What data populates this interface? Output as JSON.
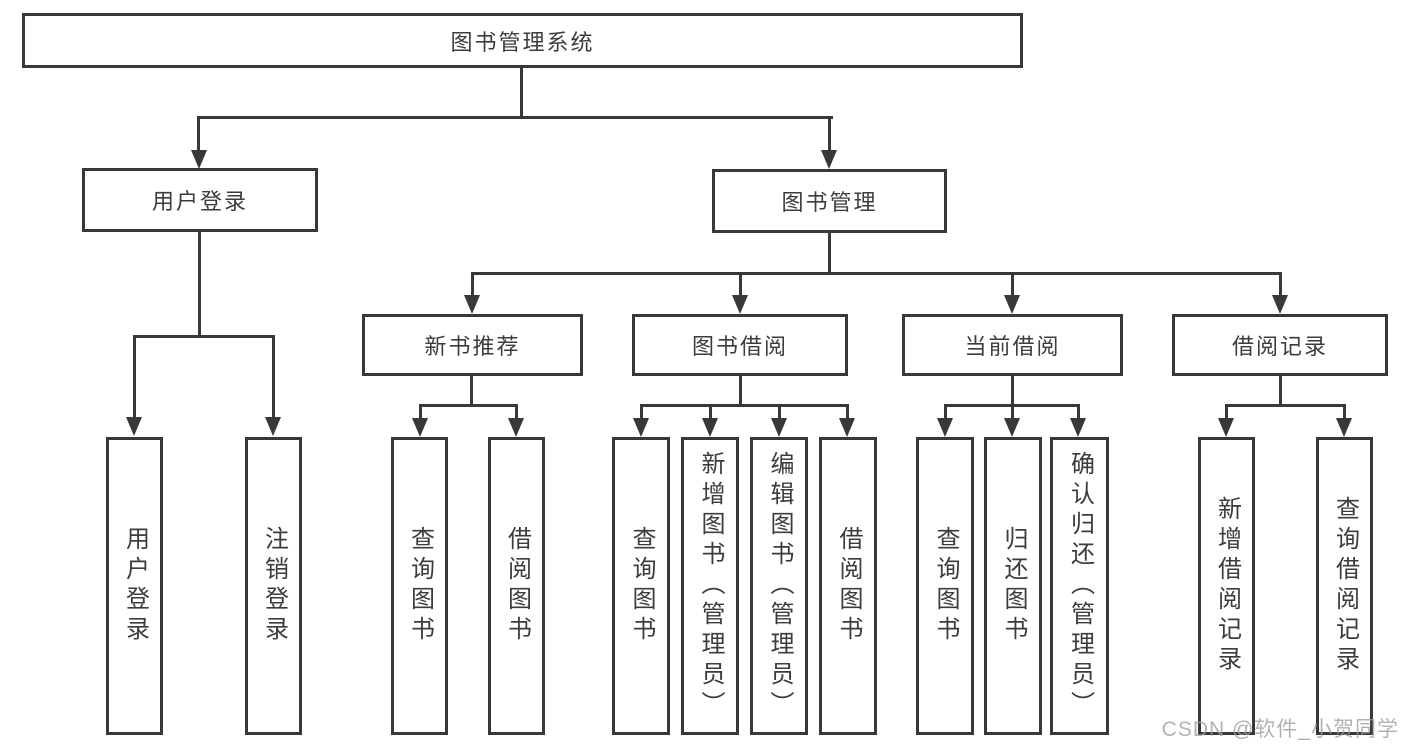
{
  "diagram_type": "function-structure-tree",
  "colors": {
    "line": "#383838",
    "box_border": "#383838",
    "text": "#3c3c3c",
    "background": "#ffffff",
    "watermark": "#9f9f9f"
  },
  "tree": {
    "label": "图书管理系统",
    "children": [
      {
        "label": "用户登录",
        "children": [
          {
            "label": "用户登录"
          },
          {
            "label": "注销登录"
          }
        ]
      },
      {
        "label": "图书管理",
        "children": [
          {
            "label": "新书推荐",
            "children": [
              {
                "label": "查询图书"
              },
              {
                "label": "借阅图书"
              }
            ]
          },
          {
            "label": "图书借阅",
            "children": [
              {
                "label": "查询图书"
              },
              {
                "label": "新增图书（管理员）"
              },
              {
                "label": "编辑图书（管理员）"
              },
              {
                "label": "借阅图书"
              }
            ]
          },
          {
            "label": "当前借阅",
            "children": [
              {
                "label": "查询图书"
              },
              {
                "label": "归还图书"
              },
              {
                "label": "确认归还（管理员）"
              }
            ]
          },
          {
            "label": "借阅记录",
            "children": [
              {
                "label": "新增借阅记录"
              },
              {
                "label": "查询借阅记录"
              }
            ]
          }
        ]
      }
    ]
  },
  "watermark": {
    "text": "CSDN @软件_小贺同学"
  }
}
